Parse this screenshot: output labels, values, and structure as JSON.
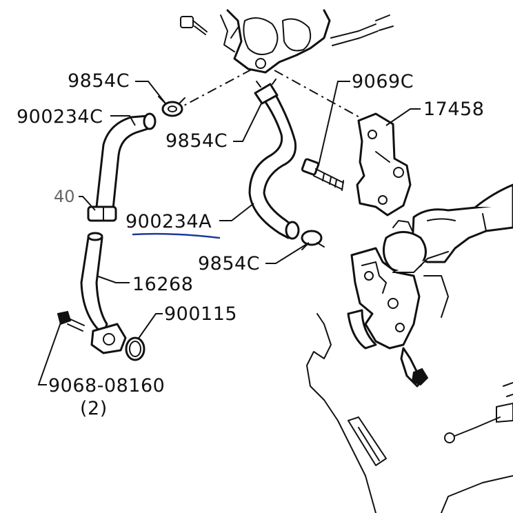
{
  "callouts": {
    "c1": "9854C",
    "c2": "900234C",
    "c3": "9854C",
    "c4": "9069C",
    "c5": "17458",
    "c6": "40",
    "c7": "900234A",
    "c8": "9854C",
    "c9": "16268",
    "c10": "900115",
    "c11": "9068-08160",
    "c12": "(2)"
  },
  "highlight_color": "#1a3a9c"
}
